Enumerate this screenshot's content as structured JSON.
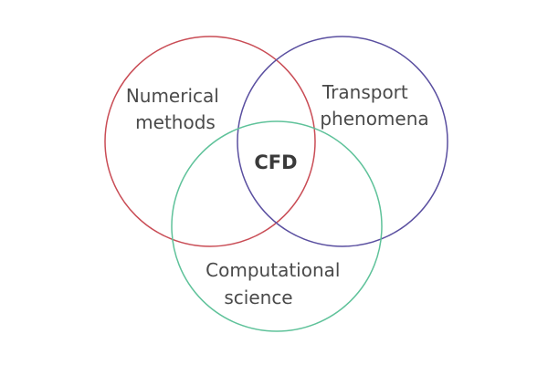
{
  "diagram": {
    "type": "venn",
    "sets": [
      {
        "id": "numerical",
        "label_lines": [
          "Numerical",
          "methods"
        ],
        "color": "#c94c55"
      },
      {
        "id": "transport",
        "label_lines": [
          "Transport",
          "phenomena"
        ],
        "color": "#5a4fa0"
      },
      {
        "id": "computational",
        "label_lines": [
          "Computational",
          "science"
        ],
        "color": "#5fc29a"
      }
    ],
    "intersection_label": "CFD"
  }
}
